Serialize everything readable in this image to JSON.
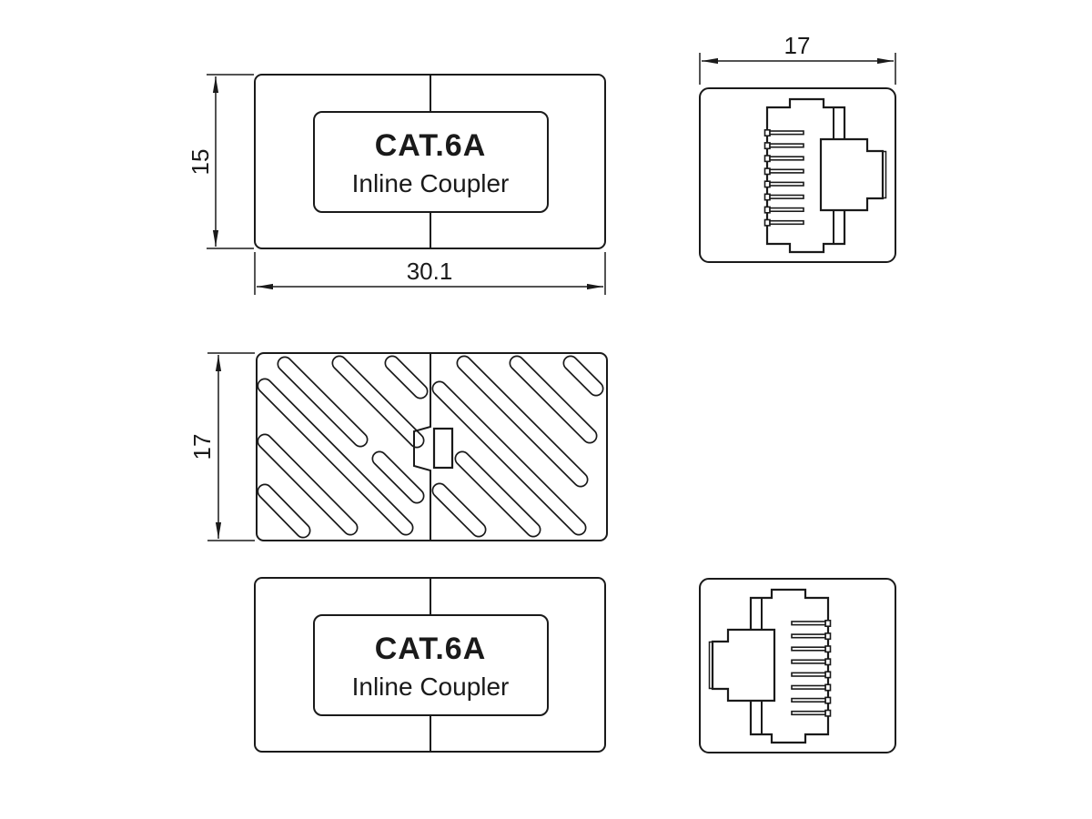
{
  "drawing": {
    "label_line1": "CAT.6A",
    "label_line2": "Inline Coupler",
    "dim_side_height": "15",
    "dim_side_width": "30.1",
    "dim_front_width": "17",
    "dim_top_height": "17"
  },
  "colors": {
    "line_color": "#1a1a1a",
    "background": "#ffffff"
  }
}
